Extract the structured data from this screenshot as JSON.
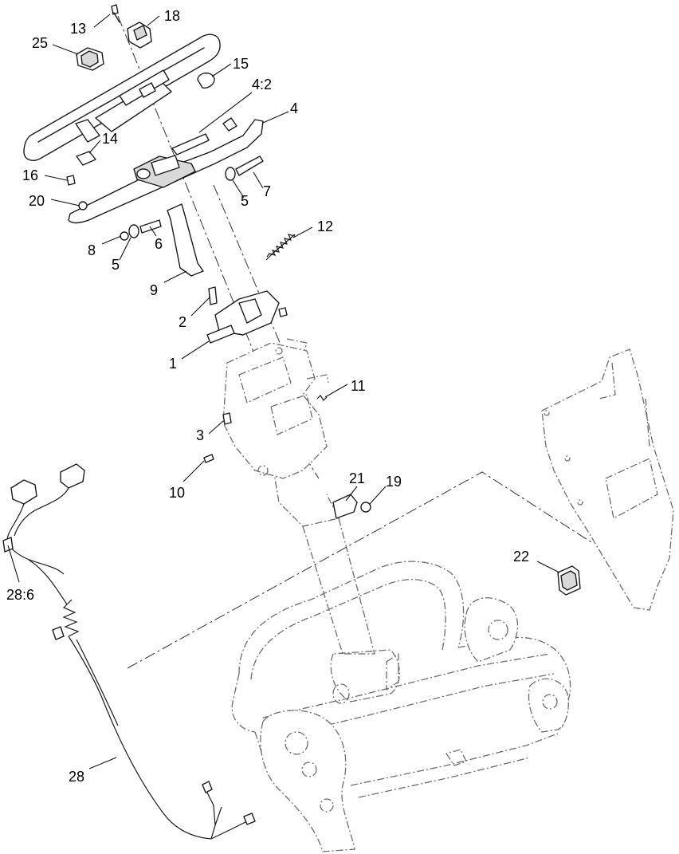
{
  "callouts": {
    "c13": "13",
    "c18": "18",
    "c25": "25",
    "c15": "15",
    "c4_2": "4:2",
    "c4": "4",
    "c14": "14",
    "c16": "16",
    "c20": "20",
    "c7": "7",
    "c5a": "5",
    "c5b": "5",
    "c12": "12",
    "c6": "6",
    "c8": "8",
    "c9": "9",
    "c2": "2",
    "c1": "1",
    "c11": "11",
    "c3": "3",
    "c10": "10",
    "c21": "21",
    "c19": "19",
    "c22": "22",
    "c28_6": "28:6",
    "c28": "28"
  }
}
